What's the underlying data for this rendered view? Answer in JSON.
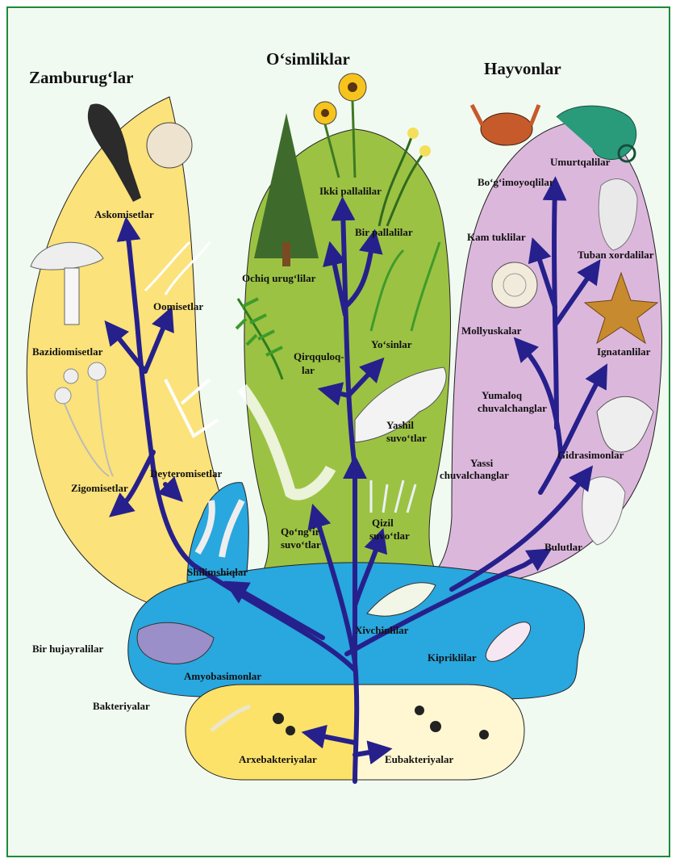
{
  "kingdoms": {
    "fungi": "Zamburug‘lar",
    "plants": "O‘simliklar",
    "animals": "Hayvonlar"
  },
  "fungi": {
    "askomisetlar": "Askomisetlar",
    "oomisetlar": "Oomisetlar",
    "bazidiomisetlar": "Bazidiomisetlar",
    "deyteromisetlar": "Deyteromisetlar",
    "zigomisetlar": "Zigomisetlar"
  },
  "plants": {
    "ikki_pallalilar": "Ikki pallalilar",
    "bir_pallalilar": "Bir pallalilar",
    "ochiq_uruglilar": "Ochiq urug‘lilar",
    "yosinlar": "Yo‘sinlar",
    "qirqquloq_1": "Qirqquloq-",
    "qirqquloq_2": "lar",
    "yashil_1": "Yashil",
    "yashil_2": "suvo‘tlar",
    "qizil_1": "Qizil",
    "qizil_2": "suvo‘tlar",
    "qongir_1": "Qo‘ng‘ir",
    "qongir_2": "suvo‘tlar"
  },
  "animals": {
    "umurtqalilar": "Umurtqalilar",
    "boginoyoqlilar": "Bo‘g‘imoyoqlilar",
    "kam_tuklilar": "Kam tuklilar",
    "tuban_xordalilar": "Tuban xordalilar",
    "mollyuskalar": "Mollyuskalar",
    "ignatanlilar": "Ignatanlilar",
    "yumaloq_1": "Yumaloq",
    "yumaloq_2": "chuvalchanglar",
    "gidrasimonlar": "Gidrasimonlar",
    "yassi_1": "Yassi",
    "yassi_2": "chuvalchanglar",
    "bulutlar": "Bulutlar"
  },
  "protists": {
    "bir_hujayralilar": "Bir hujayralilar",
    "shilimshiqlar": "Shilimshiqlar",
    "xivchinlilar": "Xivchinlilar",
    "kipriklilar": "Kipriklilar",
    "amyobasimonlar": "Amyobasimonlar"
  },
  "bacteria": {
    "bakteriyalar": "Bakteriyalar",
    "arxebakteriyalar": "Arxebakteriyalar",
    "eubakteriyalar": "Eubakteriyalar"
  },
  "colors": {
    "fungi": "#fbe27a",
    "plants": "#9cc243",
    "animals": "#dcb7dc",
    "protists": "#29a7df",
    "archaea": "#fde26a",
    "eubacteria": "#fff7d2",
    "arrows": "#26208c",
    "frame": "#1e8a3c"
  }
}
